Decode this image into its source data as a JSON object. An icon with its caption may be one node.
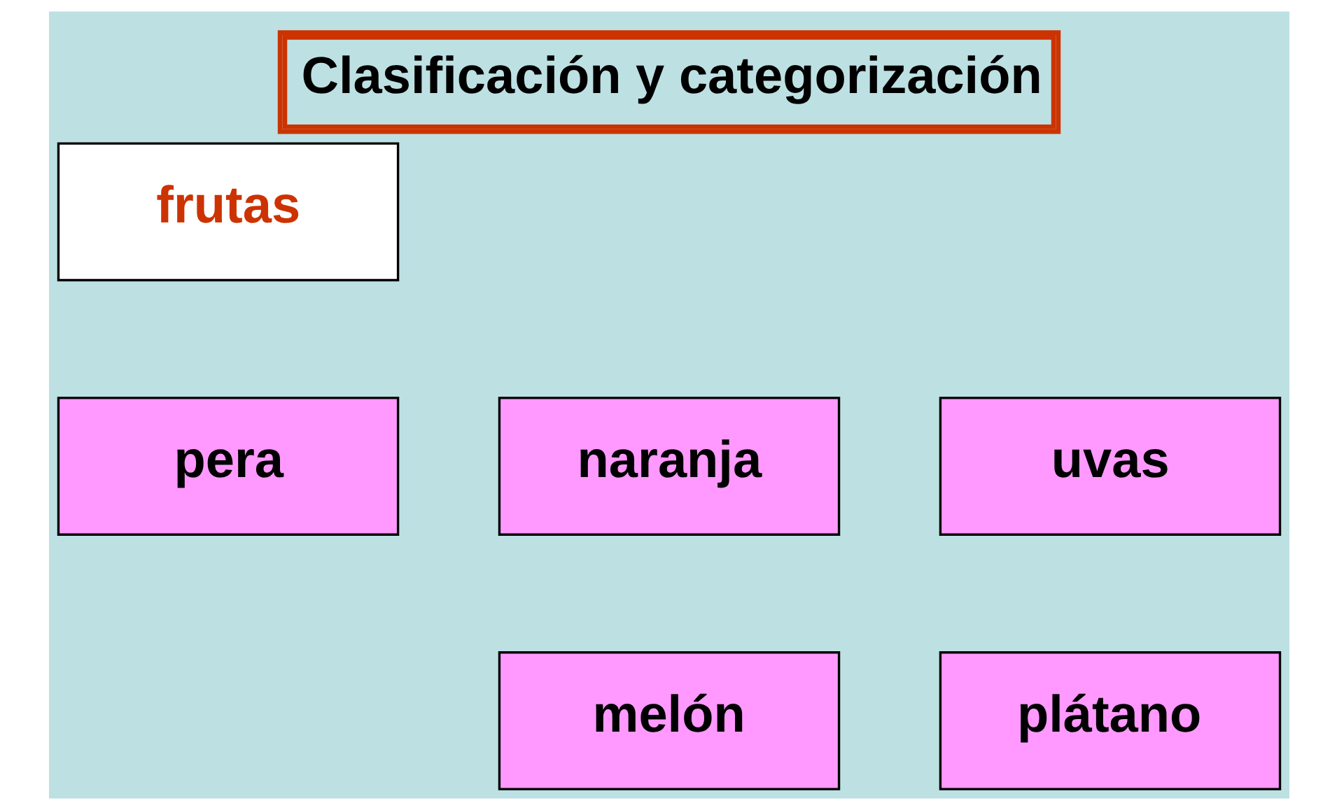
{
  "diagram": {
    "title": "Clasificación y categorización",
    "nodes": [
      {
        "text": [
          "frutas"
        ]
      },
      {
        "text": [
          "naranja"
        ]
      },
      {
        "text": [
          "pera"
        ]
      },
      {
        "text": [
          "uvas"
        ]
      },
      {
        "text": [
          "melón"
        ]
      },
      {
        "text": [
          "plátano"
        ]
      }
    ],
    "edges": []
  }
}
